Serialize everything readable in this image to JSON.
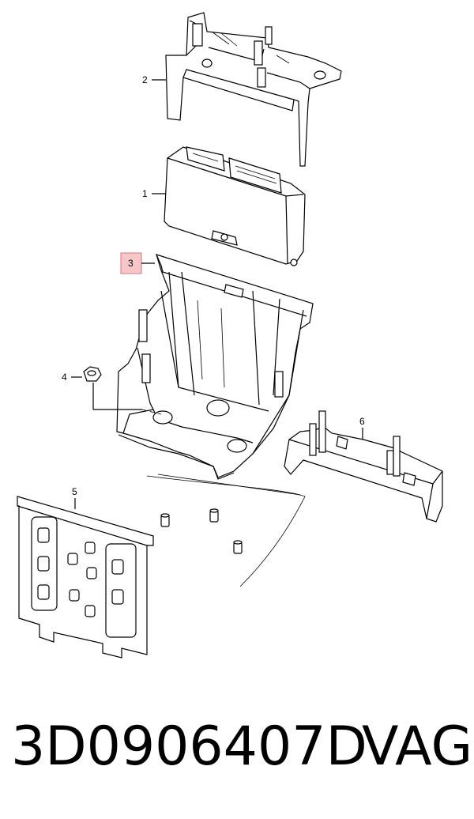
{
  "diagram": {
    "callouts": [
      {
        "id": "c2",
        "label": "2"
      },
      {
        "id": "c1",
        "label": "1"
      },
      {
        "id": "c3",
        "label": "3",
        "highlighted": true
      },
      {
        "id": "c4",
        "label": "4"
      },
      {
        "id": "c5",
        "label": "5"
      },
      {
        "id": "c6",
        "label": "6"
      }
    ],
    "highlight_color": "#f6c7c9",
    "line_color": "#000000"
  },
  "footer": {
    "part_number": "3D0906407D",
    "brand": "VAG"
  }
}
